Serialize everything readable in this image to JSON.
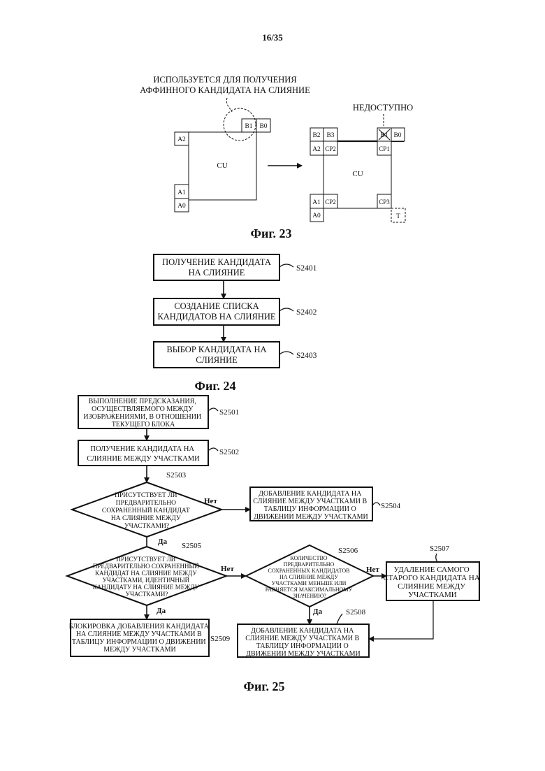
{
  "page_number": "16/35",
  "fig23": {
    "caption": "Фиг. 23",
    "note_line1": "ИСПОЛЬЗУЕТСЯ ДЛЯ ПОЛУЧЕНИЯ",
    "note_line2": "АФФИННОГО КАНДИДАТА НА СЛИЯНИЕ",
    "unavailable": "НЕДОСТУПНО",
    "left": {
      "cu": "CU",
      "a2": "A2",
      "a1": "A1",
      "a0": "A0",
      "b1": "B1",
      "b0": "B0"
    },
    "right": {
      "cu": "CU",
      "b2": "B2",
      "b3": "B3",
      "b1": "B1",
      "b0": "B0",
      "a2": "A2",
      "cp2a": "CP2",
      "cp1": "CP1",
      "a1": "A1",
      "cp2b": "CP2",
      "cp3": "CP3",
      "a0": "A0",
      "t": "T"
    }
  },
  "fig24": {
    "caption": "Фиг. 24",
    "s1": {
      "line1": "ПОЛУЧЕНИЕ КАНДИДАТА",
      "line2": "НА СЛИЯНИЕ",
      "label": "S2401"
    },
    "s2": {
      "line1": "СОЗДАНИЕ СПИСКА",
      "line2": "КАНДИДАТОВ НА СЛИЯНИЕ",
      "label": "S2402"
    },
    "s3": {
      "line1": "ВЫБОР КАНДИДАТА НА",
      "line2": "СЛИЯНИЕ",
      "label": "S2403"
    }
  },
  "fig25": {
    "caption": "Фиг. 25",
    "s2501": {
      "label": "S2501",
      "lines": [
        "ВЫПОЛНЕНИЕ ПРЕДСКАЗАНИЯ,",
        "ОСУЩЕСТВЛЯЕМОГО МЕЖДУ",
        "ИЗОБРАЖЕНИЯМИ, В ОТНОШЕНИИ",
        "ТЕКУЩЕГО БЛОКА"
      ]
    },
    "s2502": {
      "label": "S2502",
      "lines": [
        "ПОЛУЧЕНИЕ КАНДИДАТА НА",
        "СЛИЯНИЕ МЕЖДУ УЧАСТКАМИ"
      ]
    },
    "s2503": {
      "label": "S2503",
      "lines": [
        "ПРИСУТСТВУЕТ ЛИ",
        "ПРЕДВАРИТЕЛЬНО",
        "СОХРАНЕННЫЙ КАНДИДАТ",
        "НА СЛИЯНИЕ МЕЖДУ",
        "УЧАСТКАМИ?"
      ]
    },
    "s2504": {
      "label": "S2504",
      "lines": [
        "ДОБАВЛЕНИЕ КАНДИДАТА НА",
        "СЛИЯНИЕ МЕЖДУ УЧАСТКАМИ В",
        "ТАБЛИЦУ ИНФОРМАЦИИ О",
        "ДВИЖЕНИИ МЕЖДУ УЧАСТКАМИ"
      ]
    },
    "s2505": {
      "label": "S2505",
      "lines": [
        "ПРИСУТСТВУЕТ ЛИ",
        "ПРЕДВАРИТЕЛЬНО СОХРАНЕННЫЙ",
        "КАНДИДАТ НА СЛИЯНИЕ МЕЖДУ",
        "УЧАСТКАМИ, ИДЕНТИЧНЫЙ",
        "КАНДИДАТУ НА СЛИЯНИЕ МЕЖДУ",
        "УЧАСТКАМИ?"
      ]
    },
    "s2506": {
      "label": "S2506",
      "lines": [
        "КОЛИЧЕСТВО",
        "ПРЕДВАРИТЕЛЬНО",
        "СОХРАНЕННЫХ КАНДИДАТОВ",
        "НА СЛИЯНИЕ МЕЖДУ",
        "УЧАСТКАМИ МЕНЬШЕ ИЛИ",
        "РАВНЯЕТСЯ МАКСИМАЛЬНОМУ",
        "ЗНАЧЕНИЮ?"
      ]
    },
    "s2507": {
      "label": "S2507",
      "lines": [
        "УДАЛЕНИЕ САМОГО",
        "СТАРОГО КАНДИДАТА НА",
        "СЛИЯНИЕ МЕЖДУ",
        "УЧАСТКАМИ"
      ]
    },
    "s2508": {
      "label": "S2508",
      "lines": [
        "ДОБАВЛЕНИЕ КАНДИДАТА НА",
        "СЛИЯНИЕ МЕЖДУ УЧАСТКАМИ В",
        "ТАБЛИЦУ ИНФОРМАЦИИ О",
        "ДВИЖЕНИИ МЕЖДУ УЧАСТКАМИ"
      ]
    },
    "s2509": {
      "label": "S2509",
      "lines": [
        "БЛОКИРОВКА ДОБАВЛЕНИЯ КАНДИДАТА",
        "НА СЛИЯНИЕ МЕЖДУ УЧАСТКАМИ В",
        "ТАБЛИЦУ ИНФОРМАЦИИ О ДВИЖЕНИИ",
        "МЕЖДУ УЧАСТКАМИ"
      ]
    },
    "yes": "Да",
    "no": "Нет"
  }
}
